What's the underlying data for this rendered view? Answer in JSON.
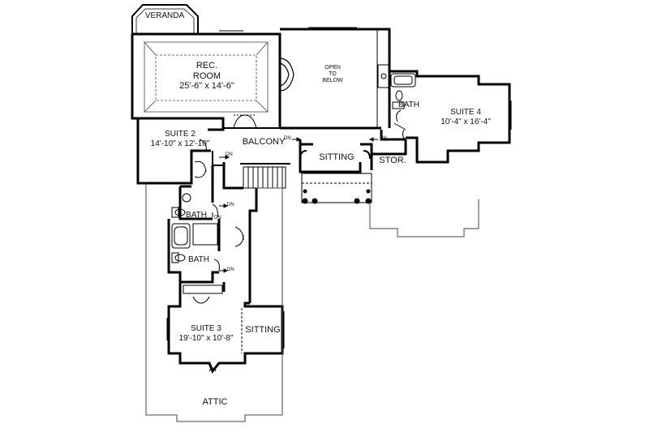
{
  "rooms": {
    "veranda": {
      "name": "VERANDA"
    },
    "rec_room": {
      "name_line1": "REC.",
      "name_line2": "ROOM",
      "size": "25'-6\" x 14'-6\""
    },
    "open_to_below": {
      "line1": "OPEN",
      "line2": "TO",
      "line3": "BELOW"
    },
    "suite2": {
      "name": "SUITE 2",
      "size": "14'-10\" x 12'-10\""
    },
    "balcony": {
      "name": "BALCONY"
    },
    "sitting_upper": {
      "name": "SITTING"
    },
    "storage": {
      "name": "STOR."
    },
    "suite4": {
      "name": "SUITE 4",
      "size": "10'-4\" x 16'-4\""
    },
    "bath_suite4": {
      "name": "BATH"
    },
    "bath_upper": {
      "name": "BATH"
    },
    "bath_lower": {
      "name": "BATH"
    },
    "suite3": {
      "name": "SUITE 3",
      "size": "19'-10\" x 10'-8\""
    },
    "sitting_lower": {
      "name": "SITTING"
    },
    "attic": {
      "name": "ATTIC"
    }
  },
  "stair_markers": [
    "DN",
    "DN",
    "DN",
    "DN",
    "DN",
    "DN"
  ],
  "colors": {
    "wall": "#000000",
    "thin_line": "#333333",
    "background": "#ffffff"
  }
}
